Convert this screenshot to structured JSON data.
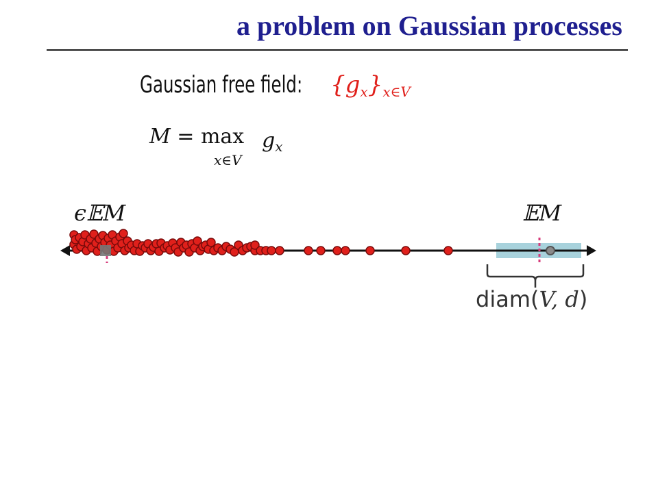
{
  "title": "a problem on Gaussian processes",
  "gff": {
    "label": "Gaussian free field:",
    "set_open": "{",
    "set_var": "g",
    "set_var_sub": "x",
    "set_close": "}",
    "set_sub": "x∈V"
  },
  "max_eq": {
    "lhs": "M = ",
    "op": "max",
    "sub": "x∈V",
    "var": "g",
    "var_sub": "x"
  },
  "labels": {
    "eps_em": "ϵ𝔼M",
    "em": "𝔼M",
    "diam_word": "diam(",
    "diam_args": "V, d",
    "diam_close": ")"
  },
  "colors": {
    "title": "#1f1f8f",
    "dot_fill": "#e0201b",
    "dot_stroke": "#7a0b0b",
    "band": "#a8d2dc",
    "marker": "#d63a7a"
  },
  "scatter": {
    "points": [
      [
        108,
        343
      ],
      [
        108,
        357
      ],
      [
        110,
        350
      ],
      [
        112,
        364
      ],
      [
        116,
        347
      ],
      [
        118,
        360
      ],
      [
        121,
        353
      ],
      [
        124,
        343
      ],
      [
        126,
        366
      ],
      [
        129,
        356
      ],
      [
        132,
        349
      ],
      [
        134,
        362
      ],
      [
        137,
        342
      ],
      [
        140,
        355
      ],
      [
        142,
        367
      ],
      [
        145,
        349
      ],
      [
        148,
        360
      ],
      [
        150,
        344
      ],
      [
        153,
        354
      ],
      [
        156,
        365
      ],
      [
        158,
        348
      ],
      [
        161,
        358
      ],
      [
        164,
        343
      ],
      [
        166,
        367
      ],
      [
        169,
        352
      ],
      [
        172,
        362
      ],
      [
        175,
        346
      ],
      [
        178,
        356
      ],
      [
        180,
        341
      ],
      [
        182,
        366
      ],
      [
        186,
        352
      ],
      [
        188,
        362
      ],
      [
        192,
        358
      ],
      [
        196,
        366
      ],
      [
        200,
        356
      ],
      [
        204,
        367
      ],
      [
        208,
        359
      ],
      [
        212,
        362
      ],
      [
        216,
        356
      ],
      [
        220,
        366
      ],
      [
        224,
        361
      ],
      [
        228,
        356
      ],
      [
        232,
        367
      ],
      [
        235,
        355
      ],
      [
        240,
        362
      ],
      [
        244,
        359
      ],
      [
        248,
        365
      ],
      [
        252,
        355
      ],
      [
        256,
        362
      ],
      [
        260,
        368
      ],
      [
        264,
        354
      ],
      [
        268,
        362
      ],
      [
        272,
        358
      ],
      [
        276,
        368
      ],
      [
        280,
        356
      ],
      [
        284,
        362
      ],
      [
        288,
        352
      ],
      [
        292,
        366
      ],
      [
        296,
        360
      ],
      [
        300,
        358
      ],
      [
        304,
        364
      ],
      [
        308,
        354
      ],
      [
        312,
        366
      ],
      [
        318,
        362
      ],
      [
        324,
        366
      ],
      [
        330,
        360
      ],
      [
        336,
        364
      ],
      [
        342,
        368
      ],
      [
        348,
        358
      ],
      [
        354,
        366
      ],
      [
        360,
        362
      ],
      [
        366,
        360
      ],
      [
        372,
        366
      ],
      [
        372,
        358
      ],
      [
        380,
        366
      ],
      [
        388,
        366
      ],
      [
        396,
        366
      ],
      [
        408,
        366
      ],
      [
        450,
        366
      ],
      [
        468,
        366
      ],
      [
        492,
        366
      ],
      [
        504,
        366
      ],
      [
        540,
        366
      ],
      [
        592,
        366
      ],
      [
        654,
        366
      ]
    ],
    "grey_point": [
      803,
      366
    ]
  }
}
